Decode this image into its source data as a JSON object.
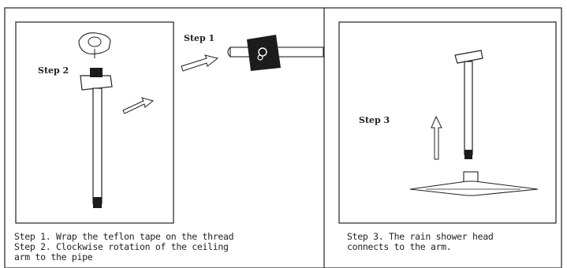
{
  "panels": {
    "left": {
      "label_step1": "Step 1",
      "label_step2": "Step 2",
      "caption_line1": "Step 1. Wrap the teflon tape on the thread",
      "caption_line2": "Step 2. Clockwise rotation of the ceiling",
      "caption_line3": "arm to the pipe"
    },
    "right": {
      "label_step3": "Step 3",
      "caption_line1": "Step 3. The rain shower head",
      "caption_line2": "connects to the arm."
    }
  },
  "colors": {
    "line": "#222222",
    "fill_dark": "#1c1c1c",
    "fill_light": "#ffffff"
  }
}
